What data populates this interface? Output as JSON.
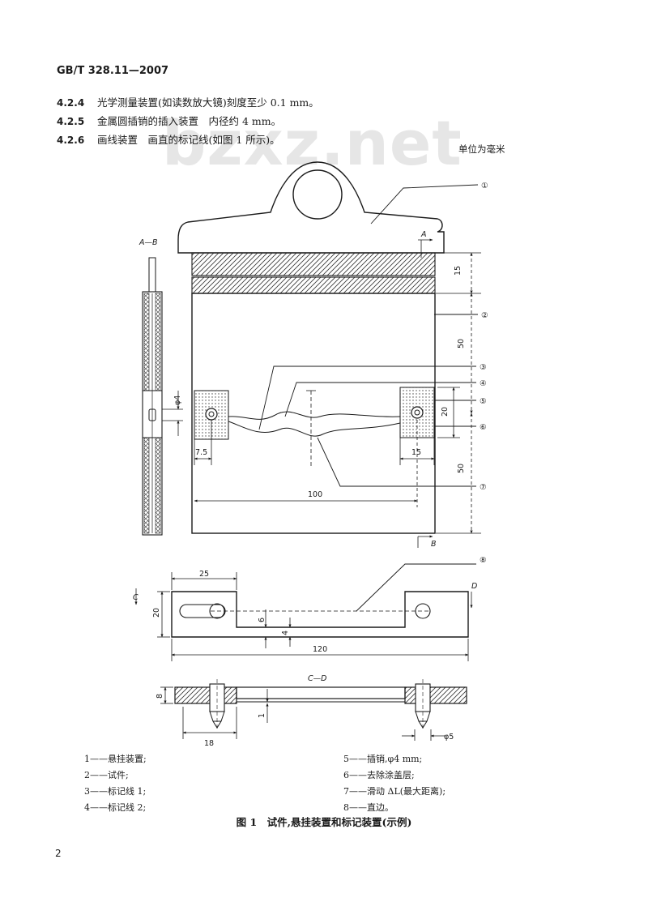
{
  "doc": {
    "standard_code": "GB/T 328.11—2007",
    "watermark": "bzxz.net",
    "page_number": "2",
    "unit_note": "单位为毫米"
  },
  "clauses": [
    {
      "num": "4.2.4",
      "text": "光学测量装置(如读数放大镜)刻度至少 0.1 mm。"
    },
    {
      "num": "4.2.5",
      "text": "金属圆插销的插入装置　内径约 4 mm。"
    },
    {
      "num": "4.2.6",
      "text": "画线装置　画直的标记线(如图 1 所示)。"
    }
  ],
  "figure": {
    "section_labels": {
      "ab": "A—B",
      "cd": "C—D",
      "a": "A",
      "b": "B",
      "c": "C",
      "d": "D"
    },
    "callouts": [
      "①",
      "②",
      "③",
      "④",
      "⑤",
      "⑥",
      "⑦",
      "⑧"
    ],
    "dimensions": {
      "d15_top": "15",
      "d50_upper": "50",
      "d50_lower": "50",
      "d20_right": "20",
      "d15_block": "15",
      "d7_5": "7.5",
      "d100": "100",
      "phi4": "φ4",
      "d25": "25",
      "d20_left": "20",
      "d6": "6",
      "d4": "4",
      "d120": "120",
      "d8": "8",
      "d1": "1",
      "d18": "18",
      "phi5": "φ5"
    },
    "caption": "图 1　试件,悬挂装置和标记装置(示例)"
  },
  "legend": {
    "left": [
      "1——悬挂装置;",
      "2——试件;",
      "3——标记线 1;",
      "4——标记线 2;"
    ],
    "right": [
      "5——插销,φ4 mm;",
      "6——去除涂盖层;",
      "7——滑动 ΔL(最大距离);",
      "8——直边。"
    ]
  }
}
